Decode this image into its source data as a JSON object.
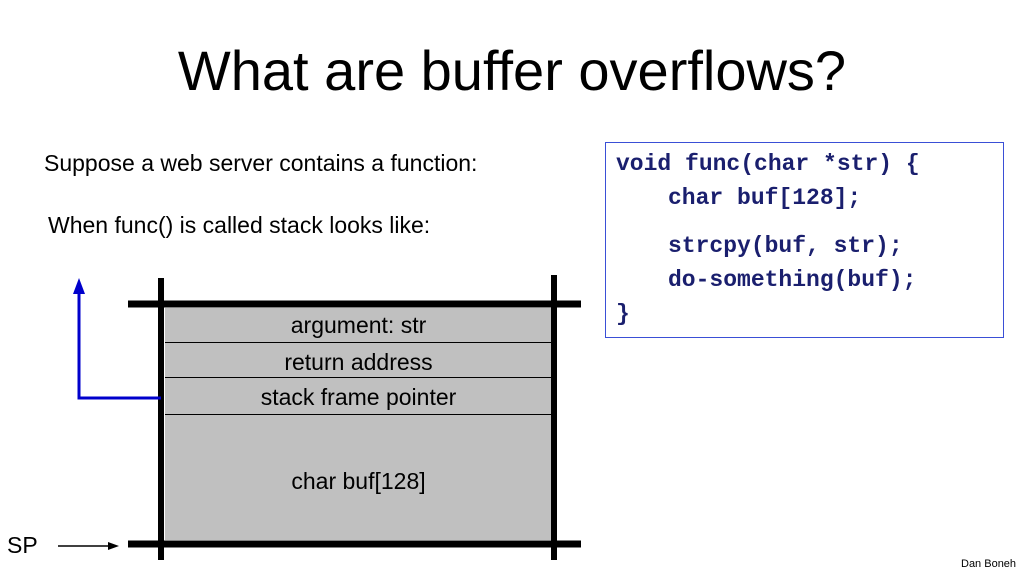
{
  "title": "What are buffer overflows?",
  "intro": "Suppose a web server contains a function:",
  "stack_intro": "When func() is called stack looks like:",
  "code": {
    "line1": "void func(char *str) {",
    "line2": "char buf[128];",
    "line3": "strcpy(buf, str);",
    "line4": "do-something(buf);",
    "line5": "}"
  },
  "stack": {
    "argument": "argument:   str",
    "return_address": "return address",
    "frame_pointer": "stack frame pointer",
    "buffer": "char buf[128]"
  },
  "sp_label": "SP",
  "author": "Dan Boneh",
  "colors": {
    "stack_fill": "#c0c0c0",
    "arrow": "#0000cc",
    "code_text": "#1a1f6e",
    "code_border": "#3a4fd6"
  }
}
